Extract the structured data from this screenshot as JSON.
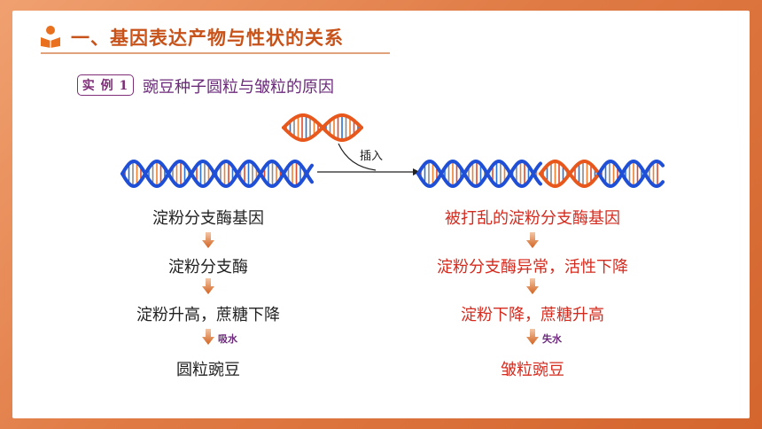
{
  "header": {
    "title": "一、基因表达产物与性状的关系"
  },
  "example": {
    "badge_label": "实 例 1",
    "title": "豌豆种子圆粒与皱粒的原因"
  },
  "diagram": {
    "insert_label": "插入",
    "left_steps": [
      "淀粉分支酶基因",
      "淀粉分支酶",
      "淀粉升高，蔗糖下降",
      "圆粒豌豆"
    ],
    "right_steps": [
      "被打乱的淀粉分支酶基因",
      "淀粉分支酶异常，活性下降",
      "淀粉下降，蔗糖升高",
      "皱粒豌豆"
    ],
    "left_note": "吸水",
    "right_note": "失水"
  },
  "colors": {
    "accent": "#c8531a",
    "dna_blue": "#1f4fd6",
    "dna_orange": "#e8581c",
    "right_text": "#d52a1e",
    "purple": "#6b2a7a"
  }
}
